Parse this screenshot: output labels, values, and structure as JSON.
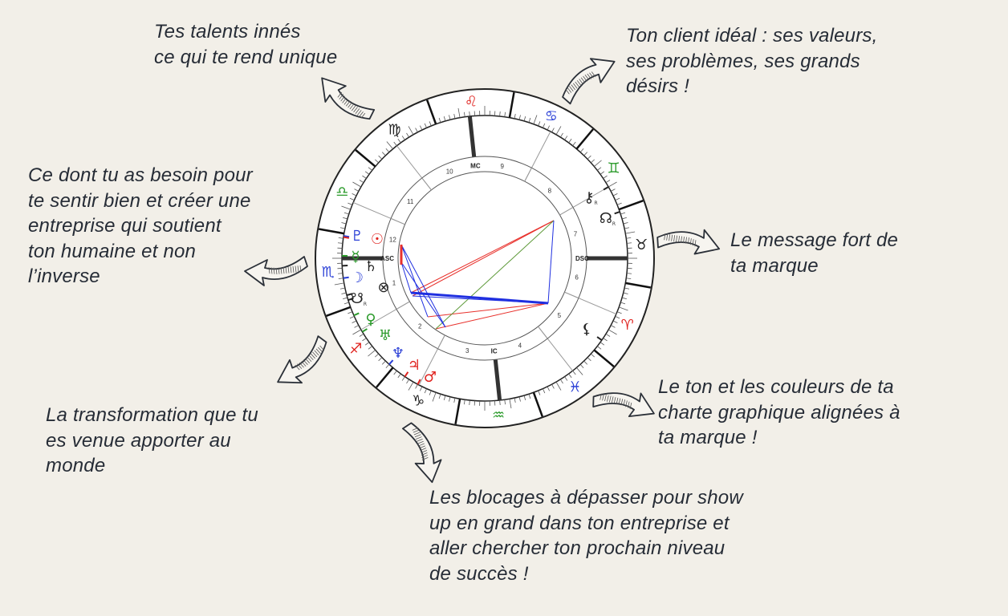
{
  "notes": {
    "talents": [
      "Tes talents innés",
      "ce qui te rend unique"
    ],
    "client": [
      "Ton client idéal : ses valeurs,",
      "ses problèmes, ses grands",
      "désirs !"
    ],
    "besoin": [
      "Ce dont tu as besoin pour",
      "te sentir bien et créer une",
      "entreprise qui soutient",
      "ton humaine et non",
      "l’inverse"
    ],
    "message": [
      "Le message fort de",
      "ta marque"
    ],
    "ton": [
      "Le ton et les couleurs de ta",
      "charte graphique alignées à",
      "ta marque !"
    ],
    "transformation": [
      "La transformation que tu",
      "es venue apporter au",
      "monde"
    ],
    "blocages": [
      "Les blocages à dépasser pour show",
      "up en grand dans ton entreprise et",
      "aller chercher ton prochain niveau",
      "de succès !"
    ]
  },
  "chart": {
    "axes": {
      "mc": "MC",
      "ic": "IC",
      "asc": "ASC",
      "dsc": "DSC"
    },
    "houses": [
      "1",
      "2",
      "3",
      "4",
      "5",
      "6",
      "7",
      "8",
      "9",
      "10",
      "11",
      "12"
    ],
    "signs": [
      {
        "name": "scorpio",
        "glyph": "♏",
        "color": "#2a3fd6"
      },
      {
        "name": "sagittarius",
        "glyph": "♐",
        "color": "#e0231f"
      },
      {
        "name": "capricorn",
        "glyph": "♑",
        "color": "#222222"
      },
      {
        "name": "aquarius",
        "glyph": "♒",
        "color": "#2a9a2a"
      },
      {
        "name": "pisces",
        "glyph": "♓",
        "color": "#2a3fd6"
      },
      {
        "name": "aries",
        "glyph": "♈",
        "color": "#e0231f"
      },
      {
        "name": "taurus",
        "glyph": "♉",
        "color": "#222222"
      },
      {
        "name": "gemini",
        "glyph": "♊",
        "color": "#2a9a2a"
      },
      {
        "name": "cancer",
        "glyph": "♋",
        "color": "#2a3fd6"
      },
      {
        "name": "leo",
        "glyph": "♌",
        "color": "#e0231f"
      },
      {
        "name": "virgo",
        "glyph": "♍",
        "color": "#222222"
      },
      {
        "name": "libra",
        "glyph": "♎",
        "color": "#2a9a2a"
      }
    ],
    "planets": [
      {
        "name": "pluto",
        "glyph": "♇",
        "color": "#2a3fd6"
      },
      {
        "name": "sun",
        "glyph": "☉",
        "color": "#e0231f"
      },
      {
        "name": "mercury",
        "glyph": "☿",
        "color": "#2a9a2a"
      },
      {
        "name": "saturn",
        "glyph": "♄",
        "color": "#222222"
      },
      {
        "name": "moon",
        "glyph": "☽",
        "color": "#2a3fd6"
      },
      {
        "name": "part-of-fortune",
        "glyph": "⊗",
        "color": "#222222"
      },
      {
        "name": "south-node",
        "glyph": "☋",
        "color": "#222222",
        "retro": "R"
      },
      {
        "name": "venus",
        "glyph": "♀",
        "color": "#2a9a2a"
      },
      {
        "name": "uranus",
        "glyph": "♅",
        "color": "#2a9a2a"
      },
      {
        "name": "neptune",
        "glyph": "♆",
        "color": "#2a3fd6"
      },
      {
        "name": "jupiter",
        "glyph": "♃",
        "color": "#e0231f"
      },
      {
        "name": "mars",
        "glyph": "♂",
        "color": "#e0231f"
      },
      {
        "name": "lilith",
        "glyph": "⚸",
        "color": "#222222"
      },
      {
        "name": "chiron",
        "glyph": "⚷",
        "color": "#222222",
        "retro": "R"
      },
      {
        "name": "north-node",
        "glyph": "☊",
        "color": "#222222",
        "retro": "R"
      }
    ],
    "colors": {
      "red": "#e8312c",
      "blue": "#1f2fe0",
      "green": "#5e9a3a",
      "ink": "#262c36"
    }
  }
}
